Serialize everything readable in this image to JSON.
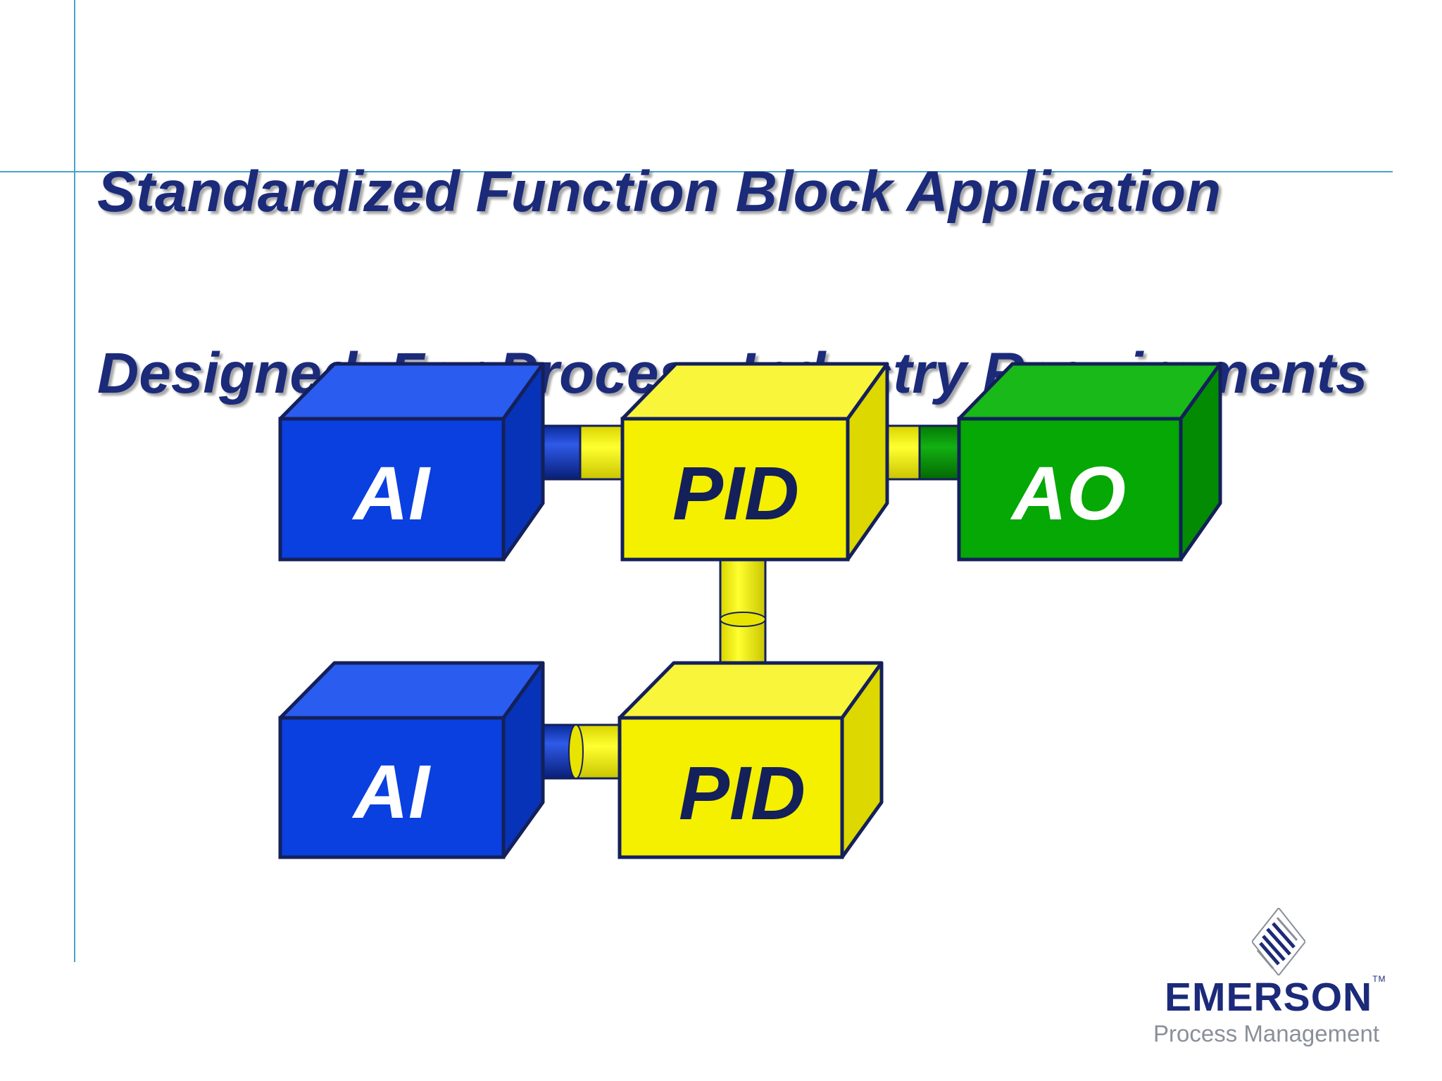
{
  "slide": {
    "title_line1": "Standardized Function Block Application",
    "title_line2": "Designed  For Process Industry Requirements"
  },
  "blocks": {
    "ai_top": "AI",
    "pid_top": "PID",
    "ao": "AO",
    "ai_bottom": "AI",
    "pid_bottom": "PID"
  },
  "colors": {
    "title": "#1c2a7a",
    "rule": "#4aa3c9",
    "ai_block": "#0a3fe0",
    "pid_block": "#f4f000",
    "ao_block": "#05a805",
    "block_outline": "#14205a"
  },
  "logo": {
    "name": "EMERSON",
    "trademark": "TM",
    "subtitle": "Process Management",
    "icon": "emerson-diamond-icon"
  }
}
